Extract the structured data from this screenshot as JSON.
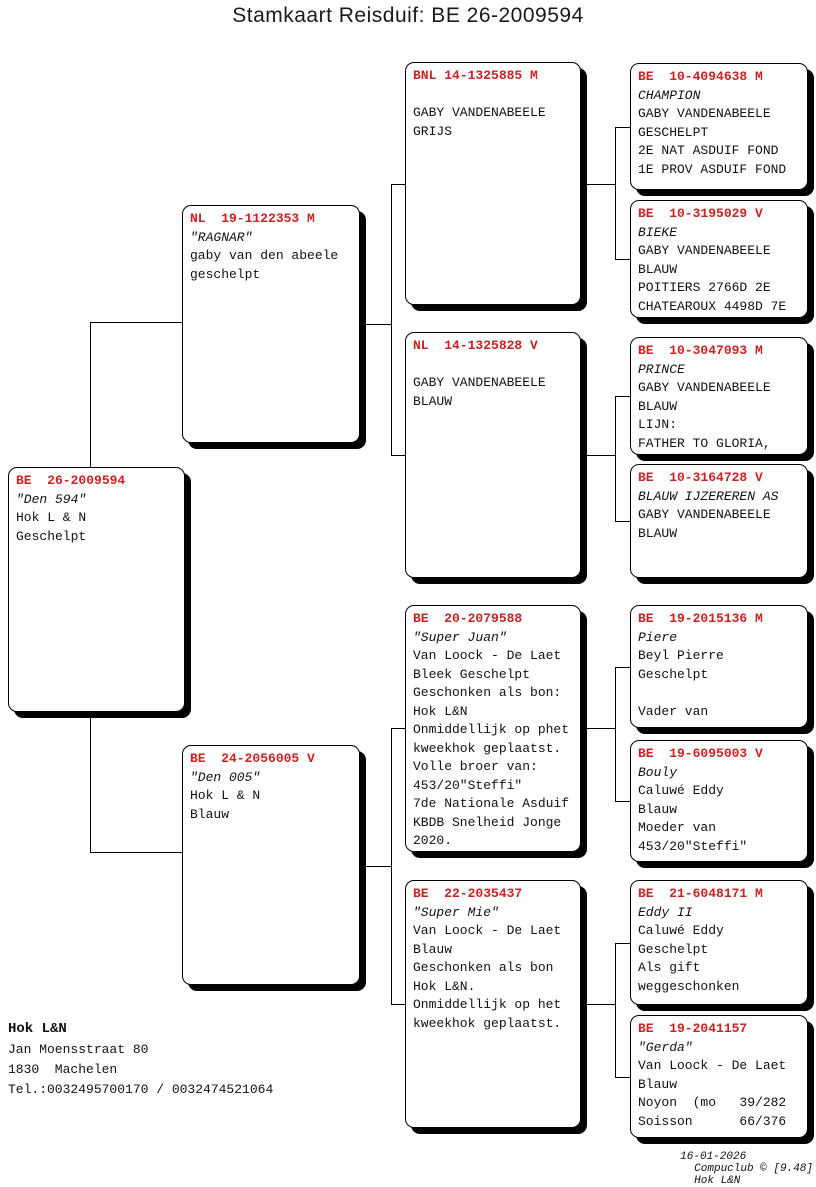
{
  "title": "Stamkaart Reisduif: BE  26-2009594",
  "colors": {
    "ring_red": "#cc2222",
    "line_black": "#000000"
  },
  "boxes": {
    "subject": {
      "ring": "BE  26-2009594",
      "name": "\"Den 594\"",
      "lines": [
        "Hok L & N",
        "Geschelpt"
      ]
    },
    "sire": {
      "ring": "NL  19-1122353 M",
      "name": "\"RAGNAR\"",
      "lines": [
        "gaby van den abeele",
        "geschelpt"
      ]
    },
    "dam": {
      "ring": "BE  24-2056005 V",
      "name": "\"Den 005\"",
      "lines": [
        "Hok L & N",
        "Blauw"
      ]
    },
    "g3_1": {
      "ring": "BNL 14-1325885 M",
      "name": "",
      "lines": [
        "GABY VANDENABEELE",
        "GRIJS"
      ]
    },
    "g3_2": {
      "ring": "NL  14-1325828 V",
      "name": "",
      "lines": [
        "GABY VANDENABEELE",
        "BLAUW"
      ]
    },
    "g3_3": {
      "ring": "BE  20-2079588",
      "name": "\"Super Juan\"",
      "lines": [
        "Van Loock - De Laet",
        "Bleek Geschelpt",
        "Geschonken als bon:",
        "Hok L&N",
        "Onmiddellijk op phet",
        "kweekhok geplaatst.",
        "Volle broer van:",
        "453/20\"Steffi\"",
        "7de Nationale Asduif",
        "KBDB Snelheid Jonge",
        "2020."
      ]
    },
    "g3_4": {
      "ring": "BE  22-2035437",
      "name": "\"Super Mie\"",
      "lines": [
        "Van Loock - De Laet",
        "Blauw",
        "Geschonken als bon",
        "Hok L&N.",
        "Onmiddellijk op het",
        "kweekhok geplaatst."
      ]
    },
    "g4_1": {
      "ring": "BE  10-4094638 M",
      "name": "CHAMPION",
      "lines": [
        "GABY VANDENABEELE",
        "GESCHELPT",
        "2E NAT ASDUIF FOND",
        "1E PROV ASDUIF FOND"
      ]
    },
    "g4_2": {
      "ring": "BE  10-3195029 V",
      "name": "BIEKE",
      "lines": [
        "GABY VANDENABEELE",
        "BLAUW",
        "POITIERS 2766D 2E",
        "CHATEAROUX 4498D 7E"
      ]
    },
    "g4_3": {
      "ring": "BE  10-3047093 M",
      "name": "PRINCE",
      "lines": [
        "GABY VANDENABEELE",
        "BLAUW",
        "LIJN:",
        "FATHER TO GLORIA,"
      ]
    },
    "g4_4": {
      "ring": "BE  10-3164728 V",
      "name": "BLAUW IJZEREREN AS",
      "lines": [
        "GABY VANDENABEELE",
        "BLAUW"
      ]
    },
    "g4_5": {
      "ring": "BE  19-2015136 M",
      "name": "Piere",
      "lines": [
        "Beyl Pierre",
        "Geschelpt",
        "",
        "Vader van"
      ]
    },
    "g4_6": {
      "ring": "BE  19-6095003 V",
      "name": "Bouly",
      "lines": [
        "Caluwé Eddy",
        "Blauw",
        "Moeder van",
        "453/20\"Steffi\""
      ]
    },
    "g4_7": {
      "ring": "BE  21-6048171 M",
      "name": "Eddy II",
      "lines": [
        "Caluwé Eddy",
        "Geschelpt",
        "Als gift",
        "weggeschonken"
      ]
    },
    "g4_8": {
      "ring": "BE  19-2041157",
      "name": "\"Gerda\"",
      "lines": [
        "Van Loock - De Laet",
        "Blauw",
        "Noyon  (mo   39/282",
        "Soisson      66/376"
      ]
    }
  },
  "owner": {
    "name": "Hok L&N",
    "address1": "Jan Moensstraat 80",
    "address2": "1830  Machelen",
    "phone": "Tel.:0032495700170 / 0032474521064"
  },
  "footer": {
    "date": "16-01-2026",
    "program": "Compuclub © [9.48]",
    "owner": "Hok L&N"
  }
}
